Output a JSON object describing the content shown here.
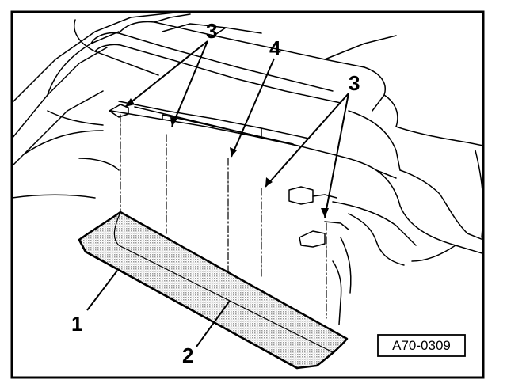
{
  "figure": {
    "callouts": [
      "1",
      "2",
      "3",
      "4"
    ],
    "reference_code": "A70-0309"
  }
}
